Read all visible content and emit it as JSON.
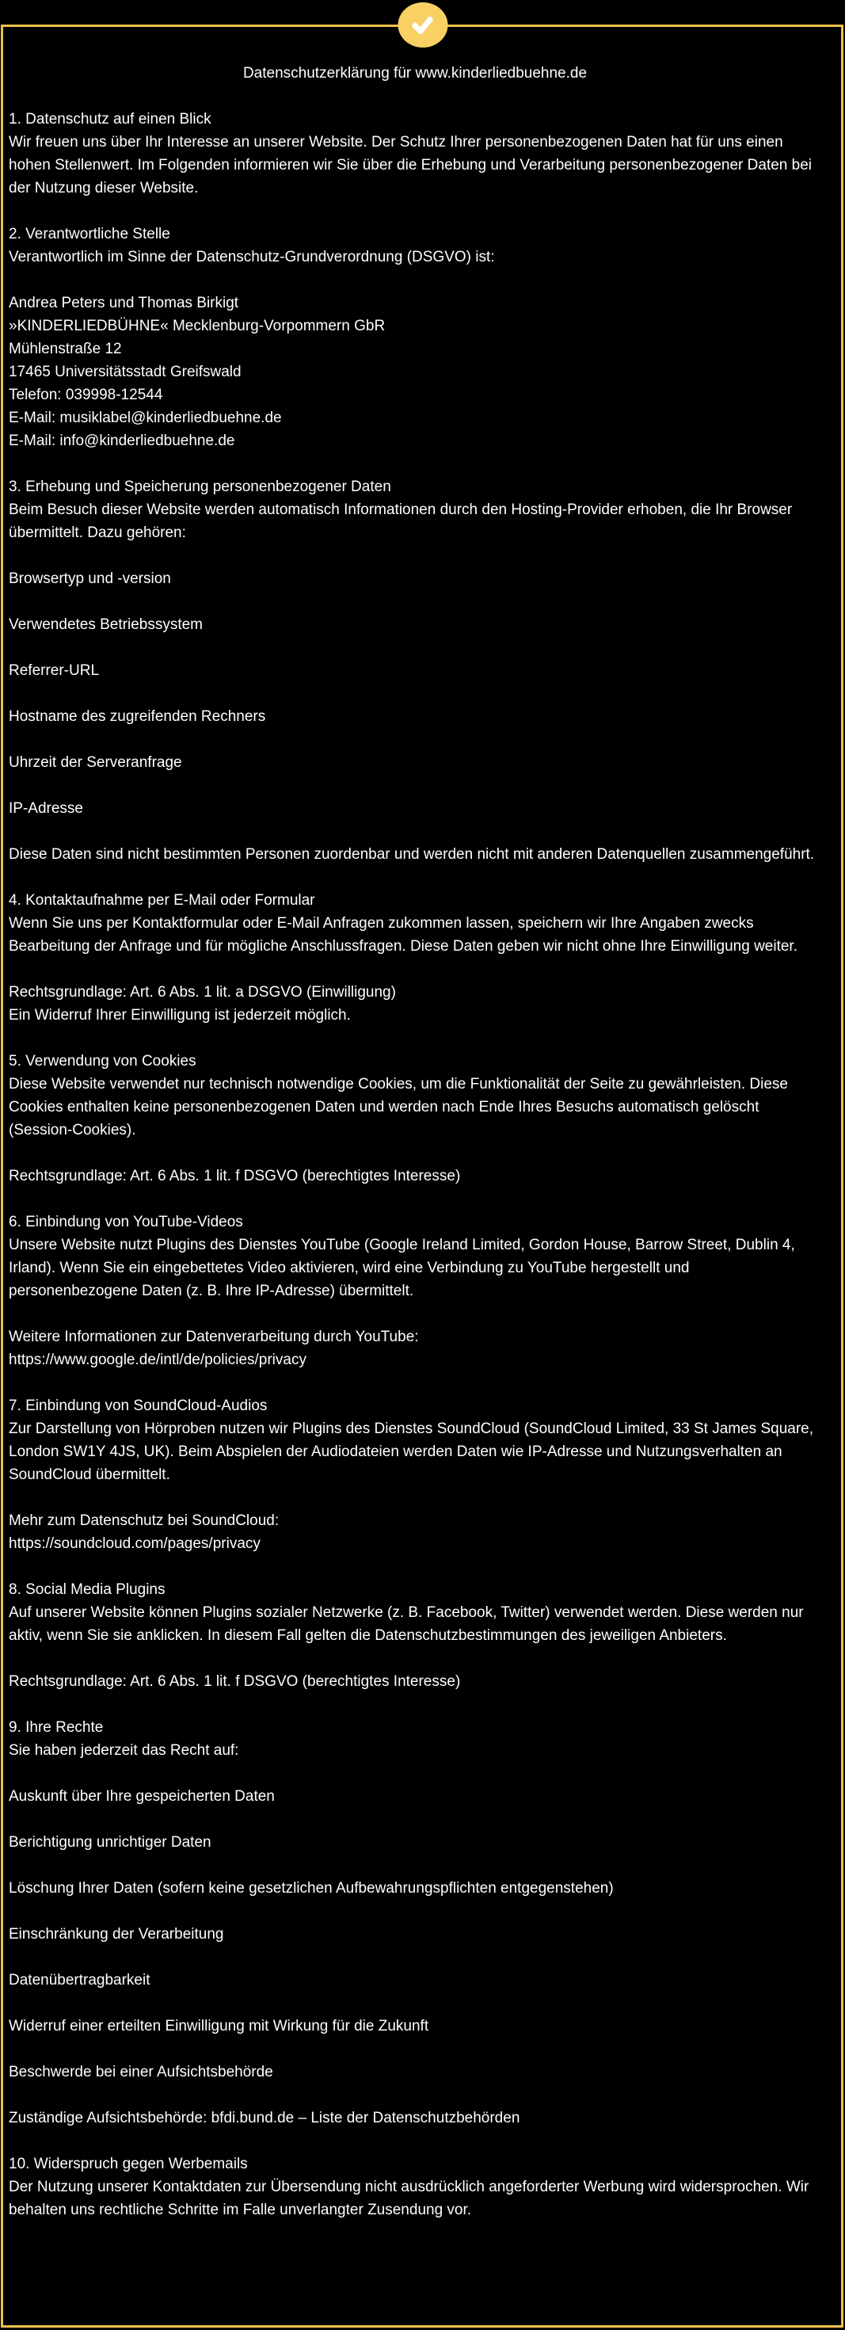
{
  "theme": {
    "background": "#000000",
    "text_color": "#FFFFFF",
    "border_color": "#EFBF4C",
    "badge_color": "#F8D064",
    "checkmark_color": "#FFFFFF"
  },
  "badge": {
    "icon": "checkmark-icon"
  },
  "document": {
    "title": "Datenschutzerklärung für www.kinderliedbuehne.de",
    "blocks": [
      {
        "name": "section-1-overview",
        "lines": [
          "1. Datenschutz auf einen Blick",
          "Wir freuen uns über Ihr Interesse an unserer Website. Der Schutz Ihrer personenbezogenen Daten hat für uns einen hohen Stellenwert. Im Folgenden informieren wir Sie über die Erhebung und Verarbeitung personenbezogener Daten bei der Nutzung dieser Website."
        ]
      },
      {
        "name": "section-2-responsible-heading",
        "lines": [
          "2. Verantwortliche Stelle",
          "Verantwortlich im Sinne der Datenschutz-Grundverordnung (DSGVO) ist:"
        ]
      },
      {
        "name": "responsible-address",
        "lines": [
          "Andrea Peters und Thomas Birkigt",
          "»KINDERLIEDBÜHNE« Mecklenburg-Vorpommern GbR",
          "Mühlenstraße 12",
          "17465 Universitätsstadt Greifswald",
          "Telefon: 039998-12544",
          "E-Mail: musiklabel@kinderliedbuehne.de",
          "E-Mail: info@kinderliedbuehne.de"
        ]
      },
      {
        "name": "section-3-data-collection",
        "lines": [
          "3. Erhebung und Speicherung personenbezogener Daten",
          "Beim Besuch dieser Website werden automatisch Informationen durch den Hosting-Provider erhoben, die Ihr Browser übermittelt. Dazu gehören:"
        ]
      },
      {
        "name": "list-item-browser-type",
        "lines": [
          "Browsertyp und -version"
        ]
      },
      {
        "name": "list-item-operating-system",
        "lines": [
          "Verwendetes Betriebssystem"
        ]
      },
      {
        "name": "list-item-referrer-url",
        "lines": [
          "Referrer-URL"
        ]
      },
      {
        "name": "list-item-hostname",
        "lines": [
          "Hostname des zugreifenden Rechners"
        ]
      },
      {
        "name": "list-item-server-time",
        "lines": [
          "Uhrzeit der Serveranfrage"
        ]
      },
      {
        "name": "list-item-ip-address",
        "lines": [
          "IP-Adresse"
        ]
      },
      {
        "name": "data-not-attributable-note",
        "lines": [
          "Diese Daten sind nicht bestimmten Personen zuordenbar und werden nicht mit anderen Datenquellen zusammengeführt."
        ]
      },
      {
        "name": "section-4-contact",
        "lines": [
          "4. Kontaktaufnahme per E-Mail oder Formular",
          "Wenn Sie uns per Kontaktformular oder E-Mail Anfragen zukommen lassen, speichern wir Ihre Angaben zwecks Bearbeitung der Anfrage und für mögliche Anschlussfragen. Diese Daten geben wir nicht ohne Ihre Einwilligung weiter."
        ]
      },
      {
        "name": "legal-basis-consent",
        "lines": [
          "Rechtsgrundlage: Art. 6 Abs. 1 lit. a DSGVO (Einwilligung)",
          "Ein Widerruf Ihrer Einwilligung ist jederzeit möglich."
        ]
      },
      {
        "name": "section-5-cookies",
        "lines": [
          "5. Verwendung von Cookies",
          "Diese Website verwendet nur technisch notwendige Cookies, um die Funktionalität der Seite zu gewährleisten. Diese Cookies enthalten keine personenbezogenen Daten und werden nach Ende Ihres Besuchs automatisch gelöscht (Session-Cookies)."
        ]
      },
      {
        "name": "legal-basis-cookies",
        "lines": [
          "Rechtsgrundlage: Art. 6 Abs. 1 lit. f DSGVO (berechtigtes Interesse)"
        ]
      },
      {
        "name": "section-6-youtube",
        "lines": [
          "6. Einbindung von YouTube-Videos",
          "Unsere Website nutzt Plugins des Dienstes YouTube (Google Ireland Limited, Gordon House, Barrow Street, Dublin 4, Irland). Wenn Sie ein eingebettetes Video aktivieren, wird eine Verbindung zu YouTube hergestellt und personenbezogene Daten (z. B. Ihre IP-Adresse) übermittelt."
        ]
      },
      {
        "name": "youtube-privacy-link",
        "lines": [
          "Weitere Informationen zur Datenverarbeitung durch YouTube:",
          "https://www.google.de/intl/de/policies/privacy"
        ]
      },
      {
        "name": "section-7-soundcloud",
        "lines": [
          "7. Einbindung von SoundCloud-Audios",
          "Zur Darstellung von Hörproben nutzen wir Plugins des Dienstes SoundCloud (SoundCloud Limited, 33 St James Square, London SW1Y 4JS, UK). Beim Abspielen der Audiodateien werden Daten wie IP-Adresse und Nutzungsverhalten an SoundCloud übermittelt."
        ]
      },
      {
        "name": "soundcloud-privacy-link",
        "lines": [
          "Mehr zum Datenschutz bei SoundCloud:",
          "https://soundcloud.com/pages/privacy"
        ]
      },
      {
        "name": "section-8-social-media",
        "lines": [
          "8. Social Media Plugins",
          "Auf unserer Website können Plugins sozialer Netzwerke (z. B. Facebook, Twitter) verwendet werden. Diese werden nur aktiv, wenn Sie sie anklicken. In diesem Fall gelten die Datenschutzbestimmungen des jeweiligen Anbieters."
        ]
      },
      {
        "name": "legal-basis-social-media",
        "lines": [
          "Rechtsgrundlage: Art. 6 Abs. 1 lit. f DSGVO (berechtigtes Interesse)"
        ]
      },
      {
        "name": "section-9-rights",
        "lines": [
          "9. Ihre Rechte",
          "Sie haben jederzeit das Recht auf:"
        ]
      },
      {
        "name": "right-access",
        "lines": [
          "Auskunft über Ihre gespeicherten Daten"
        ]
      },
      {
        "name": "right-rectification",
        "lines": [
          "Berichtigung unrichtiger Daten"
        ]
      },
      {
        "name": "right-erasure",
        "lines": [
          "Löschung Ihrer Daten (sofern keine gesetzlichen Aufbewahrungspflichten entgegenstehen)"
        ]
      },
      {
        "name": "right-restriction",
        "lines": [
          "Einschränkung der Verarbeitung"
        ]
      },
      {
        "name": "right-portability",
        "lines": [
          "Datenübertragbarkeit"
        ]
      },
      {
        "name": "right-withdraw-consent",
        "lines": [
          "Widerruf einer erteilten Einwilligung mit Wirkung für die Zukunft"
        ]
      },
      {
        "name": "right-complaint",
        "lines": [
          "Beschwerde bei einer Aufsichtsbehörde"
        ]
      },
      {
        "name": "supervisory-authority",
        "lines": [
          "Zuständige Aufsichtsbehörde: bfdi.bund.de – Liste der Datenschutzbehörden"
        ]
      },
      {
        "name": "section-10-ad-emails",
        "lines": [
          "10. Widerspruch gegen Werbemails",
          "Der Nutzung unserer Kontaktdaten zur Übersendung nicht ausdrücklich angeforderter Werbung wird widersprochen. Wir behalten uns rechtliche Schritte im Falle unverlangter Zusendung vor."
        ]
      }
    ]
  }
}
